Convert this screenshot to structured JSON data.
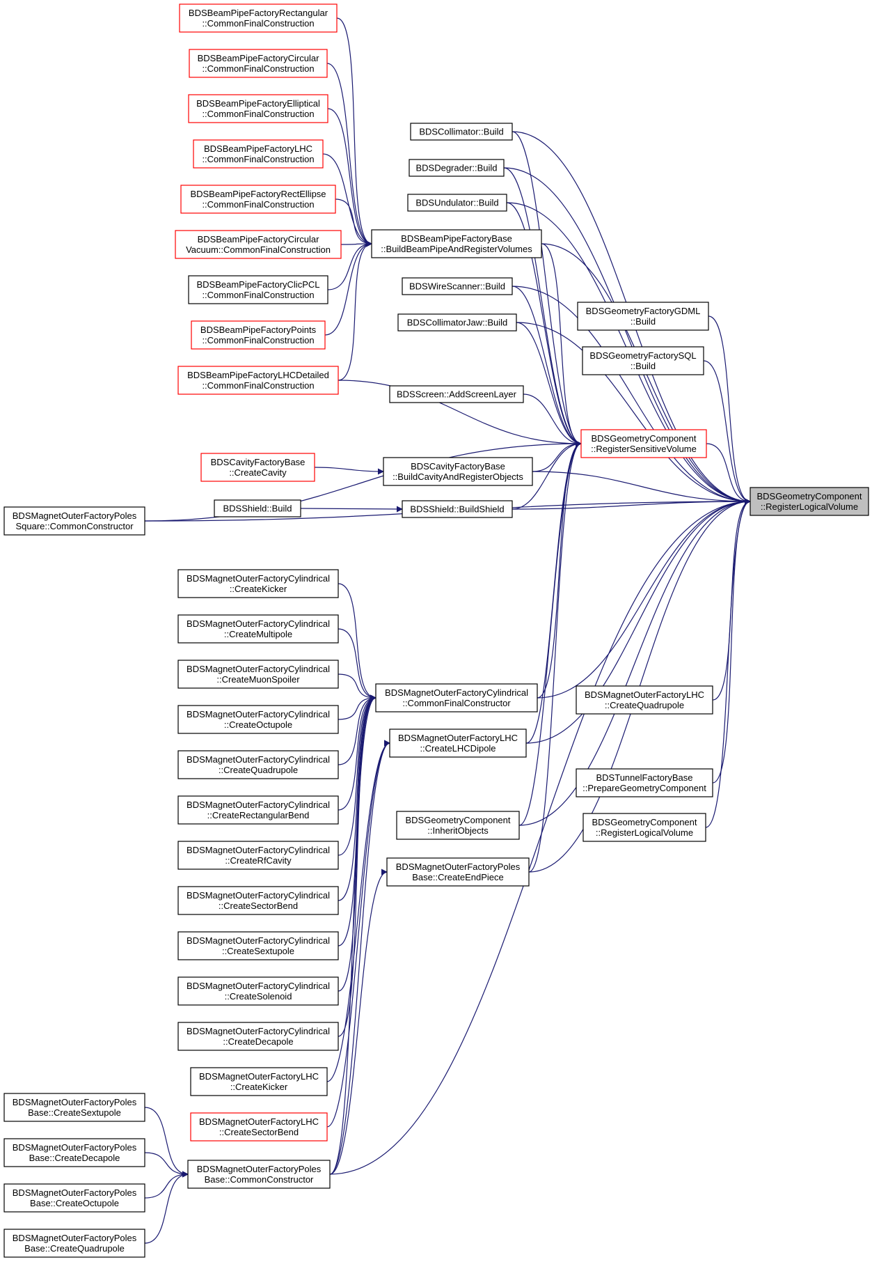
{
  "diagram": {
    "type": "doxygen-caller-graph",
    "colors": {
      "edge": "#191970",
      "border": "#000000",
      "border_incomplete": "#ff0000",
      "root_fill": "#bfbfbf"
    },
    "nodes": [
      {
        "id": "root",
        "lines": [
          "BDSGeometryComponent",
          "::RegisterLogicalVolume"
        ],
        "style": "root"
      },
      {
        "id": "rsv",
        "lines": [
          "BDSGeometryComponent",
          "::RegisterSensitiveVolume"
        ],
        "style": "red"
      },
      {
        "id": "bpf",
        "lines": [
          "BDSBeamPipeFactoryBase",
          "::BuildBeamPipeAndRegisterVolumes"
        ],
        "style": "normal"
      },
      {
        "id": "rect",
        "lines": [
          "BDSBeamPipeFactoryRectangular",
          "::CommonFinalConstruction"
        ],
        "style": "red"
      },
      {
        "id": "circ",
        "lines": [
          "BDSBeamPipeFactoryCircular",
          "::CommonFinalConstruction"
        ],
        "style": "red"
      },
      {
        "id": "ell",
        "lines": [
          "BDSBeamPipeFactoryElliptical",
          "::CommonFinalConstruction"
        ],
        "style": "red"
      },
      {
        "id": "lhc",
        "lines": [
          "BDSBeamPipeFactoryLHC",
          "::CommonFinalConstruction"
        ],
        "style": "red"
      },
      {
        "id": "rectell",
        "lines": [
          "BDSBeamPipeFactoryRectEllipse",
          "::CommonFinalConstruction"
        ],
        "style": "red"
      },
      {
        "id": "circvac",
        "lines": [
          "BDSBeamPipeFactoryCircular",
          "Vacuum::CommonFinalConstruction"
        ],
        "style": "red"
      },
      {
        "id": "clic",
        "lines": [
          "BDSBeamPipeFactoryClicPCL",
          "::CommonFinalConstruction"
        ],
        "style": "normal"
      },
      {
        "id": "points",
        "lines": [
          "BDSBeamPipeFactoryPoints",
          "::CommonFinalConstruction"
        ],
        "style": "red"
      },
      {
        "id": "lhcdet",
        "lines": [
          "BDSBeamPipeFactoryLHCDetailed",
          "::CommonFinalConstruction"
        ],
        "style": "red"
      },
      {
        "id": "coll",
        "lines": [
          "BDSCollimator::Build"
        ],
        "style": "normal"
      },
      {
        "id": "degr",
        "lines": [
          "BDSDegrader::Build"
        ],
        "style": "normal"
      },
      {
        "id": "und",
        "lines": [
          "BDSUndulator::Build"
        ],
        "style": "normal"
      },
      {
        "id": "wire",
        "lines": [
          "BDSWireScanner::Build"
        ],
        "style": "normal"
      },
      {
        "id": "cjaw",
        "lines": [
          "BDSCollimatorJaw::Build"
        ],
        "style": "normal"
      },
      {
        "id": "gdml",
        "lines": [
          "BDSGeometryFactoryGDML",
          "::Build"
        ],
        "style": "normal"
      },
      {
        "id": "sql",
        "lines": [
          "BDSGeometryFactorySQL",
          "::Build"
        ],
        "style": "normal"
      },
      {
        "id": "screen",
        "lines": [
          "BDSScreen::AddScreenLayer"
        ],
        "style": "normal"
      },
      {
        "id": "cavf",
        "lines": [
          "BDSCavityFactoryBase",
          "::CreateCavity"
        ],
        "style": "red"
      },
      {
        "id": "cavb",
        "lines": [
          "BDSCavityFactoryBase",
          "::BuildCavityAndRegisterObjects"
        ],
        "style": "normal"
      },
      {
        "id": "shb",
        "lines": [
          "BDSShield::Build"
        ],
        "style": "normal"
      },
      {
        "id": "shs",
        "lines": [
          "BDSShield::BuildShield"
        ],
        "style": "normal"
      },
      {
        "id": "pss",
        "lines": [
          "BDSMagnetOuterFactoryPoles",
          "Square::CommonConstructor"
        ],
        "style": "normal"
      },
      {
        "id": "cyl_kick",
        "lines": [
          "BDSMagnetOuterFactoryCylindrical",
          "::CreateKicker"
        ],
        "style": "normal"
      },
      {
        "id": "cyl_multi",
        "lines": [
          "BDSMagnetOuterFactoryCylindrical",
          "::CreateMultipole"
        ],
        "style": "normal"
      },
      {
        "id": "cyl_muon",
        "lines": [
          "BDSMagnetOuterFactoryCylindrical",
          "::CreateMuonSpoiler"
        ],
        "style": "normal"
      },
      {
        "id": "cyl_oct",
        "lines": [
          "BDSMagnetOuterFactoryCylindrical",
          "::CreateOctupole"
        ],
        "style": "normal"
      },
      {
        "id": "cyl_quad",
        "lines": [
          "BDSMagnetOuterFactoryCylindrical",
          "::CreateQuadrupole"
        ],
        "style": "normal"
      },
      {
        "id": "cyl_rbend",
        "lines": [
          "BDSMagnetOuterFactoryCylindrical",
          "::CreateRectangularBend"
        ],
        "style": "normal"
      },
      {
        "id": "cyl_rf",
        "lines": [
          "BDSMagnetOuterFactoryCylindrical",
          "::CreateRfCavity"
        ],
        "style": "normal"
      },
      {
        "id": "cyl_sbend",
        "lines": [
          "BDSMagnetOuterFactoryCylindrical",
          "::CreateSectorBend"
        ],
        "style": "normal"
      },
      {
        "id": "cyl_sext",
        "lines": [
          "BDSMagnetOuterFactoryCylindrical",
          "::CreateSextupole"
        ],
        "style": "normal"
      },
      {
        "id": "cyl_sol",
        "lines": [
          "BDSMagnetOuterFactoryCylindrical",
          "::CreateSolenoid"
        ],
        "style": "normal"
      },
      {
        "id": "cyl_dec",
        "lines": [
          "BDSMagnetOuterFactoryCylindrical",
          "::CreateDecapole"
        ],
        "style": "normal"
      },
      {
        "id": "lhc_kick",
        "lines": [
          "BDSMagnetOuterFactoryLHC",
          "::CreateKicker"
        ],
        "style": "normal"
      },
      {
        "id": "lhc_sbend",
        "lines": [
          "BDSMagnetOuterFactoryLHC",
          "::CreateSectorBend"
        ],
        "style": "red"
      },
      {
        "id": "cylfc",
        "lines": [
          "BDSMagnetOuterFactoryCylindrical",
          "::CommonFinalConstructor"
        ],
        "style": "normal"
      },
      {
        "id": "lhcdip",
        "lines": [
          "BDSMagnetOuterFactoryLHC",
          "::CreateLHCDipole"
        ],
        "style": "normal"
      },
      {
        "id": "inherit",
        "lines": [
          "BDSGeometryComponent",
          "::InheritObjects"
        ],
        "style": "normal"
      },
      {
        "id": "endp",
        "lines": [
          "BDSMagnetOuterFactoryPoles",
          "Base::CreateEndPiece"
        ],
        "style": "normal"
      },
      {
        "id": "lhcquad",
        "lines": [
          "BDSMagnetOuterFactoryLHC",
          "::CreateQuadrupole"
        ],
        "style": "normal"
      },
      {
        "id": "tunnel",
        "lines": [
          "BDSTunnelFactoryBase",
          "::PrepareGeometryComponent"
        ],
        "style": "normal"
      },
      {
        "id": "rlv2",
        "lines": [
          "BDSGeometryComponent",
          "::RegisterLogicalVolume"
        ],
        "style": "normal"
      },
      {
        "id": "pb_sext",
        "lines": [
          "BDSMagnetOuterFactoryPoles",
          "Base::CreateSextupole"
        ],
        "style": "normal"
      },
      {
        "id": "pb_dec",
        "lines": [
          "BDSMagnetOuterFactoryPoles",
          "Base::CreateDecapole"
        ],
        "style": "normal"
      },
      {
        "id": "pb_oct",
        "lines": [
          "BDSMagnetOuterFactoryPoles",
          "Base::CreateOctupole"
        ],
        "style": "normal"
      },
      {
        "id": "pb_quad",
        "lines": [
          "BDSMagnetOuterFactoryPoles",
          "Base::CreateQuadrupole"
        ],
        "style": "normal"
      },
      {
        "id": "pbcc",
        "lines": [
          "BDSMagnetOuterFactoryPoles",
          "Base::CommonConstructor"
        ],
        "style": "normal"
      }
    ],
    "edges": [
      [
        "rsv",
        "root"
      ],
      [
        "bpf",
        "root"
      ],
      [
        "bpf",
        "rsv"
      ],
      [
        "rect",
        "bpf"
      ],
      [
        "circ",
        "bpf"
      ],
      [
        "ell",
        "bpf"
      ],
      [
        "lhc",
        "bpf"
      ],
      [
        "rectell",
        "bpf"
      ],
      [
        "circvac",
        "bpf"
      ],
      [
        "clic",
        "bpf"
      ],
      [
        "points",
        "bpf"
      ],
      [
        "lhcdet",
        "bpf"
      ],
      [
        "coll",
        "root"
      ],
      [
        "coll",
        "rsv"
      ],
      [
        "degr",
        "root"
      ],
      [
        "degr",
        "rsv"
      ],
      [
        "und",
        "root"
      ],
      [
        "und",
        "rsv"
      ],
      [
        "wire",
        "root"
      ],
      [
        "wire",
        "rsv"
      ],
      [
        "cjaw",
        "root"
      ],
      [
        "cjaw",
        "rsv"
      ],
      [
        "gdml",
        "root"
      ],
      [
        "sql",
        "root"
      ],
      [
        "screen",
        "rsv"
      ],
      [
        "lhcdet",
        "rsv"
      ],
      [
        "cavf",
        "cavb"
      ],
      [
        "cavb",
        "root"
      ],
      [
        "cavb",
        "rsv"
      ],
      [
        "shb",
        "shs"
      ],
      [
        "shs",
        "root"
      ],
      [
        "shs",
        "rsv"
      ],
      [
        "pss",
        "root"
      ],
      [
        "pss",
        "rsv"
      ],
      [
        "cyl_kick",
        "cylfc"
      ],
      [
        "cyl_multi",
        "cylfc"
      ],
      [
        "cyl_muon",
        "cylfc"
      ],
      [
        "cyl_oct",
        "cylfc"
      ],
      [
        "cyl_quad",
        "cylfc"
      ],
      [
        "cyl_rbend",
        "cylfc"
      ],
      [
        "cyl_rf",
        "cylfc"
      ],
      [
        "cyl_sbend",
        "cylfc"
      ],
      [
        "cyl_sext",
        "cylfc"
      ],
      [
        "cyl_sol",
        "cylfc"
      ],
      [
        "cyl_dec",
        "cylfc"
      ],
      [
        "lhc_kick",
        "lhcdip"
      ],
      [
        "lhc_sbend",
        "lhcdip"
      ],
      [
        "cylfc",
        "root"
      ],
      [
        "cylfc",
        "rsv"
      ],
      [
        "lhcdip",
        "root"
      ],
      [
        "lhcdip",
        "rsv"
      ],
      [
        "inherit",
        "root"
      ],
      [
        "inherit",
        "rsv"
      ],
      [
        "endp",
        "root"
      ],
      [
        "endp",
        "rsv"
      ],
      [
        "lhcquad",
        "root"
      ],
      [
        "tunnel",
        "root"
      ],
      [
        "rlv2",
        "root"
      ],
      [
        "pb_sext",
        "pbcc"
      ],
      [
        "pb_dec",
        "pbcc"
      ],
      [
        "pb_oct",
        "pbcc"
      ],
      [
        "pb_quad",
        "pbcc"
      ],
      [
        "pbcc",
        "root"
      ],
      [
        "pbcc",
        "endp"
      ],
      [
        "pbcc",
        "cylfc"
      ],
      [
        "pbcc",
        "lhcdip"
      ]
    ]
  }
}
